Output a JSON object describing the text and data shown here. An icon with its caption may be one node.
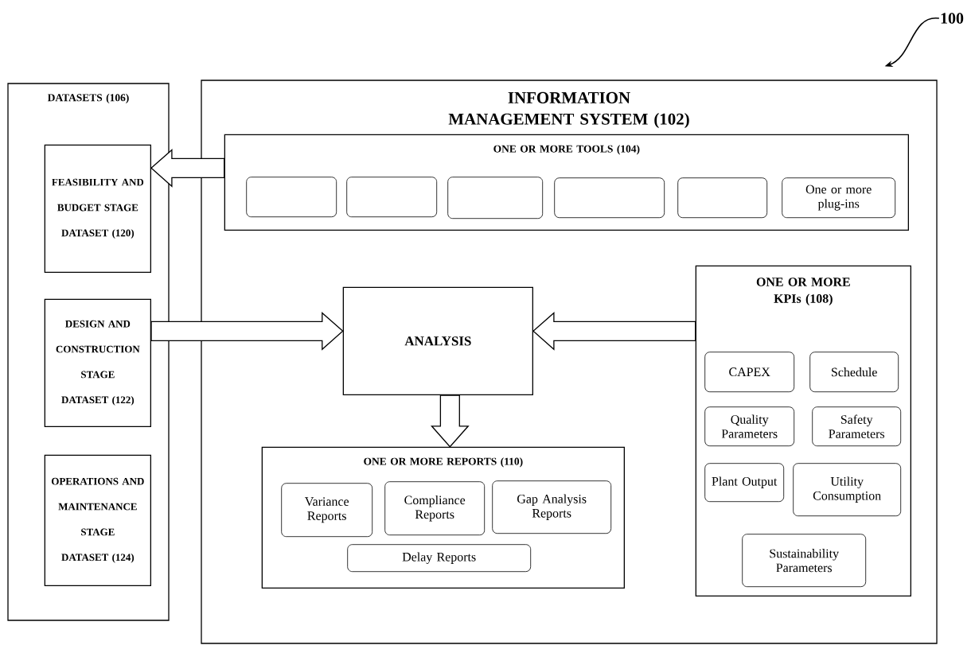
{
  "diagram": {
    "nodes": [
      {
        "text": [
          "100"
        ]
      },
      {
        "text": [
          "DATASETS (106)"
        ]
      },
      {
        "text": [
          "FEASIBILITY AND BUDGET STAGE DATASET (120)"
        ],
        "in": 1
      },
      {
        "text": [
          "DESIGN AND CONSTRUCTION STAGE DATASET (122)"
        ],
        "in": 1
      },
      {
        "text": [
          "OPERATIONS AND MAINTENANCE STAGE DATASET (124)"
        ],
        "in": 1
      },
      {
        "text": [
          "INFORMATION MANAGEMENT SYSTEM (102)"
        ]
      },
      {
        "text": [
          "ONE OR MORE TOOLS (104)"
        ],
        "in": 5
      },
      {
        "text": [],
        "shape": "box",
        "in": 6
      },
      {
        "text": [],
        "shape": "box",
        "in": 6
      },
      {
        "text": [],
        "shape": "box",
        "in": 6
      },
      {
        "text": [],
        "shape": "box",
        "in": 6
      },
      {
        "text": [],
        "shape": "box",
        "in": 6
      },
      {
        "text": [
          "One or more plug-ins"
        ],
        "in": 6
      },
      {
        "text": [
          "ANALYSIS"
        ],
        "in": 5
      },
      {
        "text": [
          "ONE OR MORE KPIs (108)"
        ],
        "in": 5
      },
      {
        "text": [
          "CAPEX"
        ],
        "in": 14
      },
      {
        "text": [
          "Schedule"
        ],
        "in": 14
      },
      {
        "text": [
          "Quality Parameters"
        ],
        "in": 14
      },
      {
        "text": [
          "Safety Parameters"
        ],
        "in": 14
      },
      {
        "text": [
          "Plant Output"
        ],
        "in": 14
      },
      {
        "text": [
          "Utility Consumption"
        ],
        "in": 14
      },
      {
        "text": [
          "Sustainability Parameters"
        ],
        "in": 14
      },
      {
        "text": [
          "ONE OR MORE REPORTS (110)"
        ],
        "in": 5
      },
      {
        "text": [
          "Variance Reports"
        ],
        "in": 22
      },
      {
        "text": [
          "Compliance Reports"
        ],
        "in": 22
      },
      {
        "text": [
          "Gap Analysis Reports"
        ],
        "in": 22
      },
      {
        "text": [
          "Delay Reports"
        ],
        "in": 22
      }
    ],
    "edges": [
      {
        "from": 0,
        "to": 5,
        "arrow": "to"
      },
      {
        "from": 6,
        "to": 2,
        "arrow": "to"
      },
      {
        "from": 3,
        "to": 13,
        "arrow": "to"
      },
      {
        "from": 14,
        "to": 13,
        "arrow": "to"
      },
      {
        "from": 13,
        "to": 22,
        "arrow": "to"
      }
    ]
  }
}
